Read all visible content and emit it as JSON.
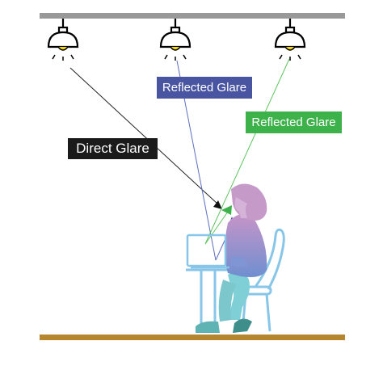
{
  "diagram": {
    "labels": {
      "direct_glare": "Direct Glare",
      "reflected_glare_blue": "Reflected Glare",
      "reflected_glare_green": "Reflected Glare"
    },
    "colors": {
      "ceiling": "#999999",
      "floor": "#b5862e",
      "direct_label_bg": "#1b1b1b",
      "direct_ray": "#222222",
      "blue_label_bg": "#4a55a2",
      "blue_ray": "#5c6fc0",
      "green_label_bg": "#3db14a",
      "green_ray": "#5ec460",
      "person_top": "#c694c8",
      "person_bottom": "#6f8fd0",
      "chair_laptop": "#87c6e8",
      "legs_shoes": "#6fc2c9"
    },
    "icons": [
      "ceiling-lamp-icon",
      "person-icon",
      "laptop-icon",
      "chair-icon",
      "desk-icon"
    ]
  }
}
